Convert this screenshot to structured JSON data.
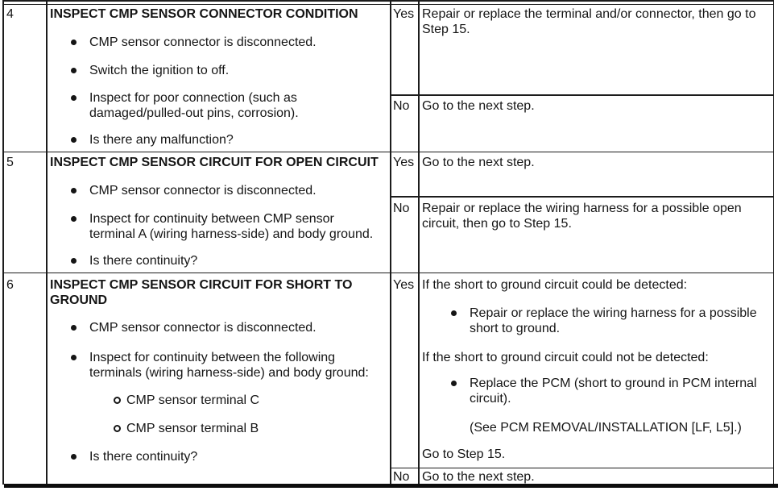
{
  "table": {
    "rows": [
      {
        "step": "4",
        "title": "INSPECT CMP SENSOR CONNECTOR CONDITION",
        "bullets": [
          "CMP sensor connector is disconnected.",
          "Switch the ignition to off.",
          "Inspect for poor connection (such as damaged/pulled-out pins, corrosion).",
          "Is there any malfunction?"
        ],
        "yes_label": "Yes",
        "yes_action": "Repair or replace the terminal and/or connector, then go to Step 15.",
        "no_label": "No",
        "no_action": "Go to the next step."
      },
      {
        "step": "5",
        "title": "INSPECT CMP SENSOR CIRCUIT FOR OPEN CIRCUIT",
        "bullets": [
          "CMP sensor connector is disconnected.",
          "Inspect for continuity between CMP sensor terminal A (wiring harness-side) and body ground.",
          "Is there continuity?"
        ],
        "yes_label": "Yes",
        "yes_action": "Go to the next step.",
        "no_label": "No",
        "no_action": "Repair or replace the wiring harness for a possible open circuit, then go to Step 15."
      },
      {
        "step": "6",
        "title": "INSPECT CMP SENSOR CIRCUIT FOR SHORT TO GROUND",
        "bullets": [
          "CMP sensor connector is disconnected.",
          "Inspect for continuity between the following terminals (wiring harness-side) and body ground:"
        ],
        "sub_bullets": [
          "CMP sensor terminal C",
          "CMP sensor terminal B"
        ],
        "closing_bullet": "Is there continuity?",
        "yes_label": "Yes",
        "yes_action": {
          "condition1": "If the short to ground circuit could be detected:",
          "action1": "Repair or replace the wiring harness for a possible short to ground.",
          "condition2": "If the short to ground circuit could not be detected:",
          "action2": "Replace the PCM (short to ground in PCM internal circuit).",
          "reference": "(See PCM REMOVAL/INSTALLATION [LF, L5].)",
          "footer": "Go to Step 15."
        },
        "no_label": "No",
        "no_action": "Go to the next step."
      }
    ]
  }
}
